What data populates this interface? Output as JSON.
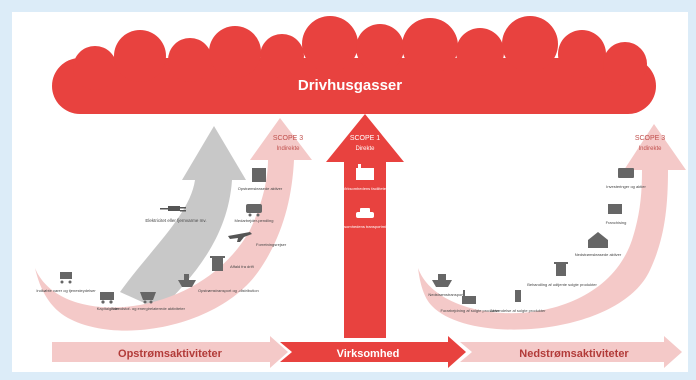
{
  "cloud": {
    "title": "Drivhusgasser"
  },
  "scopes": {
    "scope2": {
      "title": "SCOPE 2",
      "subtitle": "Indirekte",
      "item": "Elektricitet eller fjernvarme mv."
    },
    "scope3_up": {
      "title": "SCOPE 3",
      "subtitle": "Indirekte"
    },
    "scope1": {
      "title": "SCOPE 1",
      "subtitle": "Direkte",
      "items": [
        "Virksomhedens faciliteter",
        "Virksomhedens transportmidler"
      ]
    },
    "scope3_down": {
      "title": "SCOPE 3",
      "subtitle": "Indirekte"
    }
  },
  "upstream_items": [
    "Indkøbte varer og tjenesteydelser",
    "Kapitalgoder",
    "Brændstof- og energirelaterede aktiviteter",
    "Opstrømstransport og -distribution",
    "Affald fra drift",
    "Forretningsrejser",
    "Medarbejder-pendling",
    "Opstrømsleasede aktiver"
  ],
  "downstream_items": [
    "Nedstrømstransport",
    "Forarbejdning af solgte produkter",
    "Anvendelse af solgte produkter",
    "Behandling af udtjente solgte produkter",
    "Nedstrømsleasede aktiver",
    "Franchising",
    "Investeringer og aktier"
  ],
  "bottom_bar": {
    "left": "Opstrømsaktiviteter",
    "center": "Virksomhed",
    "right": "Nedstrømsaktiviteter"
  },
  "colors": {
    "red": "#e8423f",
    "pink": "#f4c9c8",
    "grey": "#c8c8c8",
    "background": "#dcecf8"
  }
}
